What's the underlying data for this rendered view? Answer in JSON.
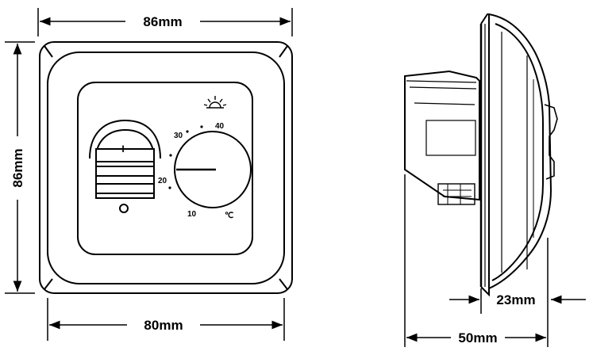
{
  "front_view": {
    "top_width": "86mm",
    "height": "86mm",
    "bottom_width": "80mm",
    "switch_mark": "I",
    "dial_labels": [
      "10",
      "20",
      "30",
      "40"
    ],
    "unit": "℃"
  },
  "side_view": {
    "depth_total": "50mm",
    "depth_front": "23mm"
  }
}
